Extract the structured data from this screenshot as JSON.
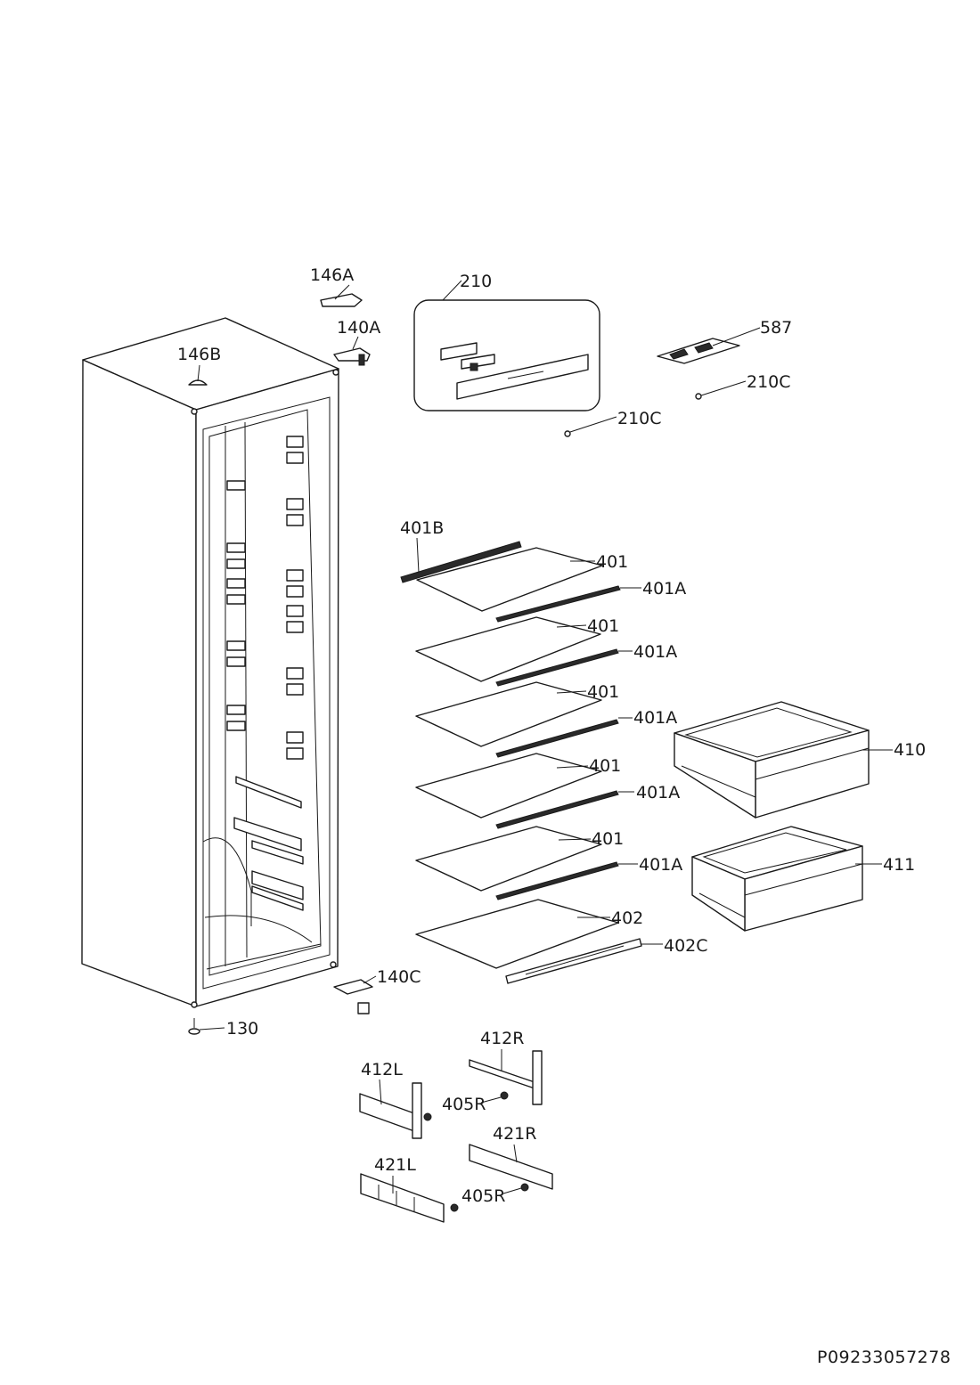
{
  "diagram_code": "P09233057278",
  "labels": {
    "l146A": "146A",
    "l146B": "146B",
    "l140A": "140A",
    "l210": "210",
    "l587": "587",
    "l210C_a": "210C",
    "l210C_b": "210C",
    "l401B": "401B",
    "l401_1": "401",
    "l401A_1": "401A",
    "l401_2": "401",
    "l401A_2": "401A",
    "l401_3": "401",
    "l401A_3": "401A",
    "l401_4": "401",
    "l401A_4": "401A",
    "l401_5": "401",
    "l401A_5": "401A",
    "l402": "402",
    "l402C": "402C",
    "l410": "410",
    "l411": "411",
    "l140C": "140C",
    "l130": "130",
    "l412R": "412R",
    "l412L": "412L",
    "l405R_a": "405R",
    "l421R": "421R",
    "l421L": "421L",
    "l405R_b": "405R"
  }
}
